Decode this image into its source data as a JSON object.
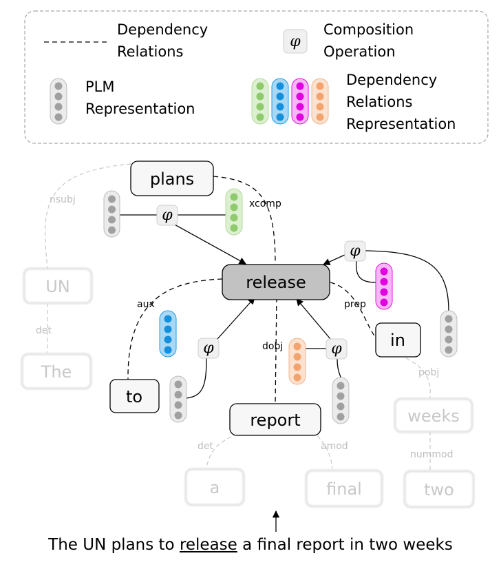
{
  "legend": {
    "dependency_relations": [
      "Dependency",
      "Relations"
    ],
    "composition_symbol": "φ",
    "composition_operation": [
      "Composition",
      "Operation"
    ],
    "plm_representation": [
      "PLM",
      "Representation"
    ],
    "dependency_relations_representation": [
      "Dependency",
      "Relations",
      "Representation"
    ]
  },
  "colors": {
    "plm": "#b5b5b5",
    "dep_green": "#b2dc9a",
    "dep_blue": "#1f9de3",
    "dep_magenta": "#e012e0",
    "dep_orange": "#f2b48a"
  },
  "nodes": {
    "plans": "plans",
    "release": "release",
    "to": "to",
    "in": "in",
    "report": "report",
    "un": "UN",
    "the": "The",
    "a": "a",
    "final": "final",
    "weeks": "weeks",
    "two": "two"
  },
  "relations": {
    "nsubj": "nsubj",
    "xcomp": "xcomp",
    "aux": "aux",
    "prep": "prep",
    "dobj": "dobj",
    "det_un": "det",
    "det_report": "det",
    "amod": "amod",
    "pobj": "pobj",
    "nummod": "nummod"
  },
  "sentence": {
    "before": "The UN plans to ",
    "target": "release",
    "after": " a final report in two weeks"
  }
}
